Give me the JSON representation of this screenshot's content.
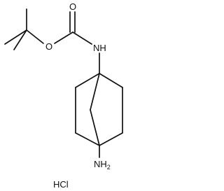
{
  "structure": {
    "atom_labels": {
      "ester_oxygen": "O",
      "carbonyl_oxygen": "O",
      "nh": "NH",
      "nh2": "NH",
      "nh2_subscript": "2"
    },
    "salt": "HCl"
  },
  "colors": {
    "ink": "#111111",
    "background": "#ffffff"
  }
}
